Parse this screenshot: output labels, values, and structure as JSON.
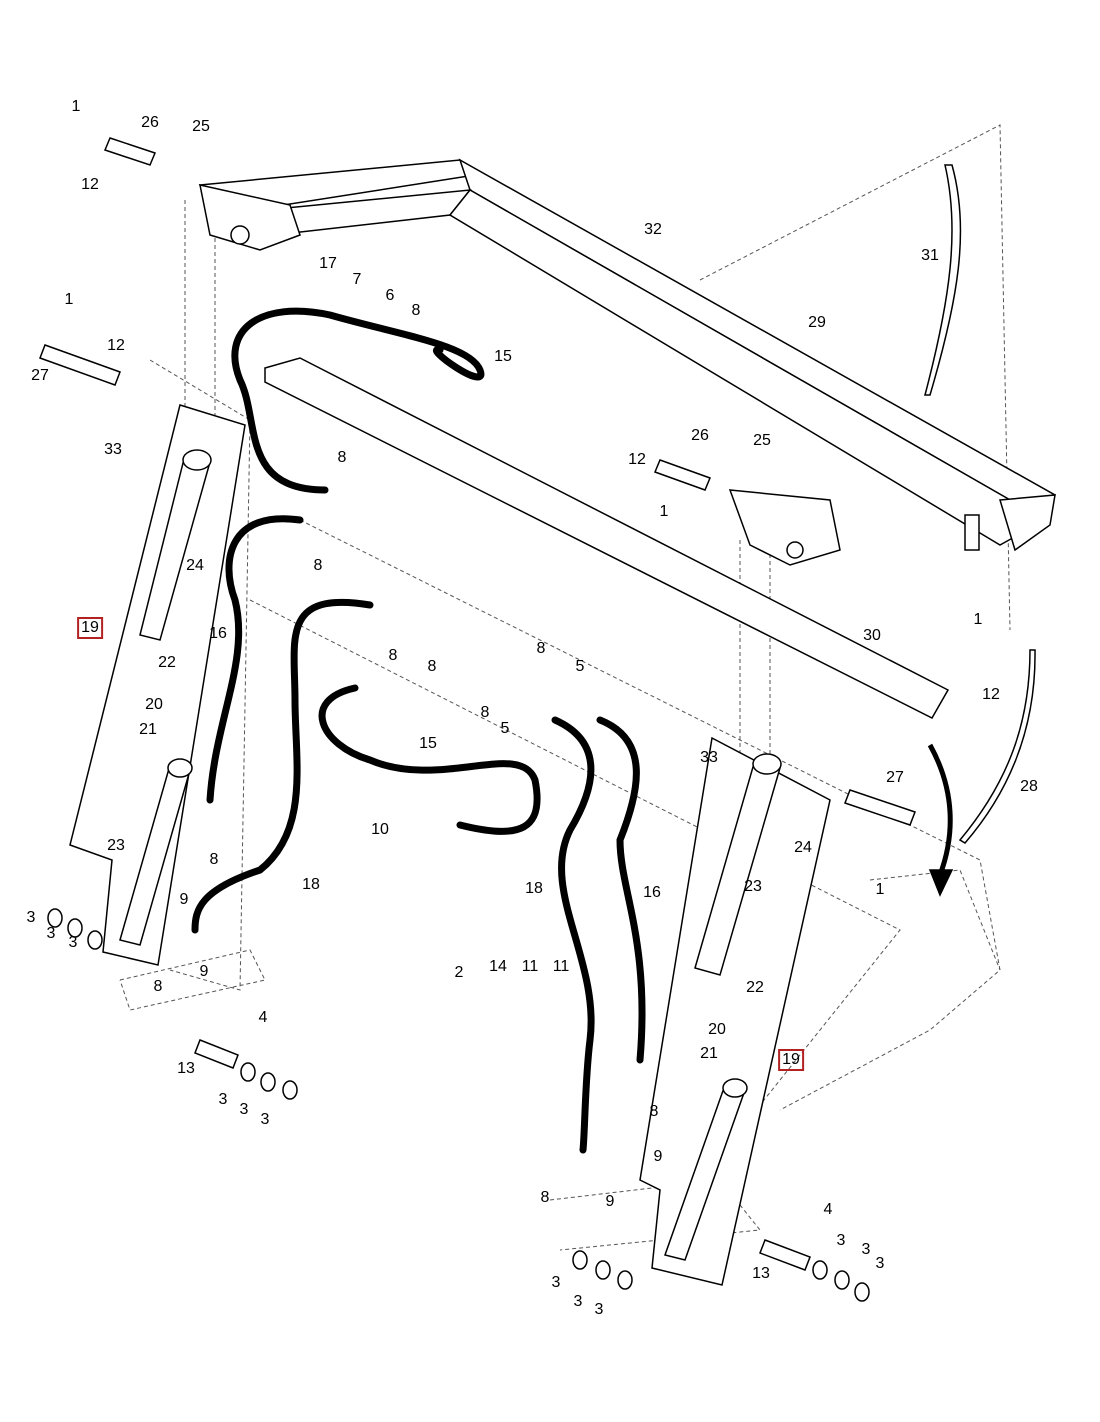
{
  "title": "Loader frame, blade and hydraulic hoses parts diagram",
  "highlight_color": "#b22222",
  "callouts": [
    "1",
    "26",
    "12",
    "25",
    "32",
    "31",
    "17",
    "7",
    "6",
    "8",
    "15",
    "29",
    "1",
    "12",
    "27",
    "33",
    "8",
    "26",
    "25",
    "12",
    "1",
    "24",
    "8",
    "19",
    "16",
    "30",
    "1",
    "12",
    "8",
    "8",
    "22",
    "8",
    "5",
    "8",
    "5",
    "20",
    "21",
    "15",
    "33",
    "27",
    "28",
    "10",
    "24",
    "23",
    "8",
    "18",
    "9",
    "18",
    "16",
    "1",
    "23",
    "3",
    "3",
    "3",
    "8",
    "9",
    "4",
    "2",
    "14",
    "11",
    "11",
    "22",
    "20",
    "21",
    "19",
    "13",
    "3",
    "3",
    "3",
    "8",
    "9",
    "8",
    "9",
    "4",
    "3",
    "3",
    "3",
    "13",
    "3",
    "3",
    "3"
  ],
  "highlighted_callouts": [
    "19"
  ]
}
